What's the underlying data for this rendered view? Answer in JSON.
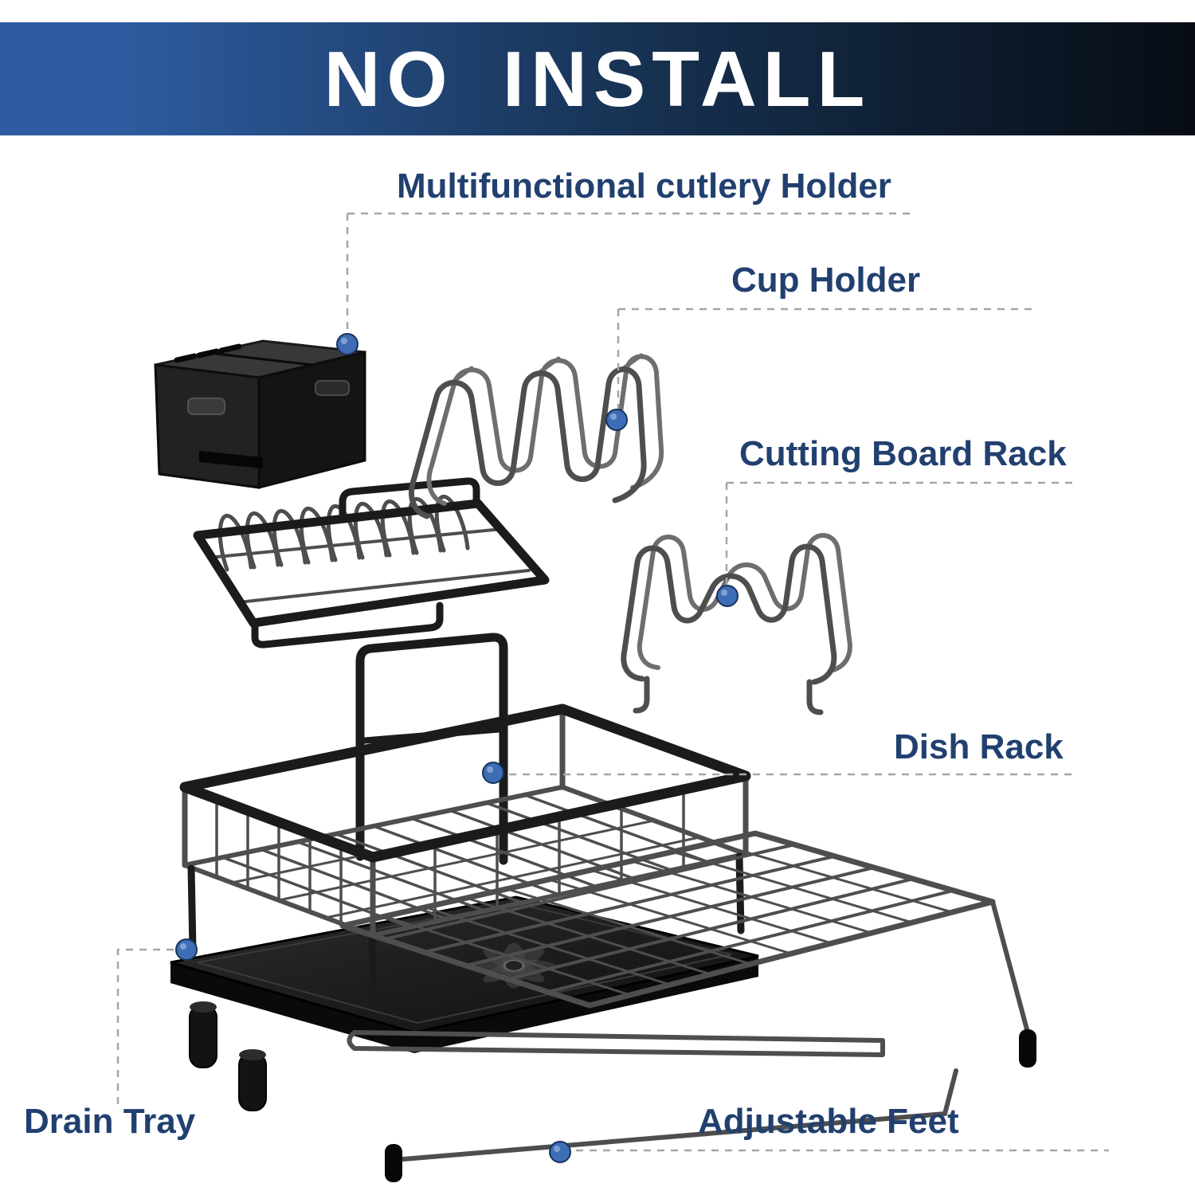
{
  "banner": {
    "title": "NO INSTALL"
  },
  "callouts": [
    {
      "id": "cutlery-holder",
      "label": "Multifunctional cutlery Holder"
    },
    {
      "id": "cup-holder",
      "label": "Cup Holder"
    },
    {
      "id": "cutting-board-rack",
      "label": "Cutting Board Rack"
    },
    {
      "id": "dish-rack",
      "label": "Dish Rack"
    },
    {
      "id": "drain-tray",
      "label": "Drain Tray"
    },
    {
      "id": "adjustable-feet",
      "label": "Adjustable Feet"
    }
  ],
  "colors": {
    "banner_blue": "#2d5ca0",
    "banner_mid": "#16304f",
    "banner_dark": "#070c14",
    "banner_text": "#ffffff",
    "label_text": "#21406f",
    "dot_fill": "#3f6db5",
    "leader": "#a6a6a6",
    "frame_black": "#1b1b1b",
    "wire_gray": "#4e4e4e"
  }
}
